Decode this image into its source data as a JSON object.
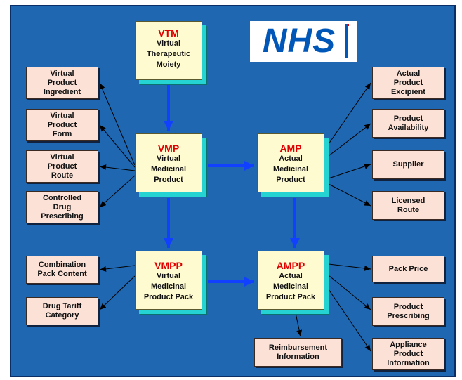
{
  "logo": {
    "text": "NHS"
  },
  "core": {
    "vtm": {
      "abbr": "VTM",
      "lines": [
        "Virtual",
        "Therapeutic",
        "Moiety"
      ]
    },
    "vmp": {
      "abbr": "VMP",
      "lines": [
        "Virtual",
        "Medicinal",
        "Product"
      ]
    },
    "amp": {
      "abbr": "AMP",
      "lines": [
        "Actual",
        "Medicinal",
        "Product"
      ]
    },
    "vmpp": {
      "abbr": "VMPP",
      "lines": [
        "Virtual",
        "Medicinal",
        "Product Pack"
      ]
    },
    "ampp": {
      "abbr": "AMPP",
      "lines": [
        "Actual",
        "Medicinal",
        "Product Pack"
      ]
    }
  },
  "attributes": {
    "virtual_product_ingredient": [
      "Virtual",
      "Product",
      "Ingredient"
    ],
    "virtual_product_form": [
      "Virtual",
      "Product",
      "Form"
    ],
    "virtual_product_route": [
      "Virtual",
      "Product",
      "Route"
    ],
    "controlled_drug_prescribing": [
      "Controlled",
      "Drug",
      "Prescribing"
    ],
    "combination_pack_content": [
      "Combination",
      "Pack Content"
    ],
    "drug_tariff_category": [
      "Drug Tariff",
      "Category"
    ],
    "reimbursement_information": [
      "Reimbursement",
      "Information"
    ],
    "actual_product_excipient": [
      "Actual",
      "Product",
      "Excipient"
    ],
    "product_availability": [
      "Product",
      "Availability"
    ],
    "supplier": [
      "Supplier"
    ],
    "licensed_route": [
      "Licensed",
      "Route"
    ],
    "pack_price": [
      "Pack Price"
    ],
    "product_prescribing": [
      "Product",
      "Prescribing"
    ],
    "appliance_product_information": [
      "Appliance",
      "Product",
      "Information"
    ]
  },
  "colors": {
    "background": "#1f67b1",
    "core_fill": "#fffbd1",
    "core_shadow": "#26d3d3",
    "attribute_fill": "#fce1d6",
    "abbr_text": "#e00000",
    "flow_arrow": "#1240ff",
    "link_line": "#000000"
  }
}
